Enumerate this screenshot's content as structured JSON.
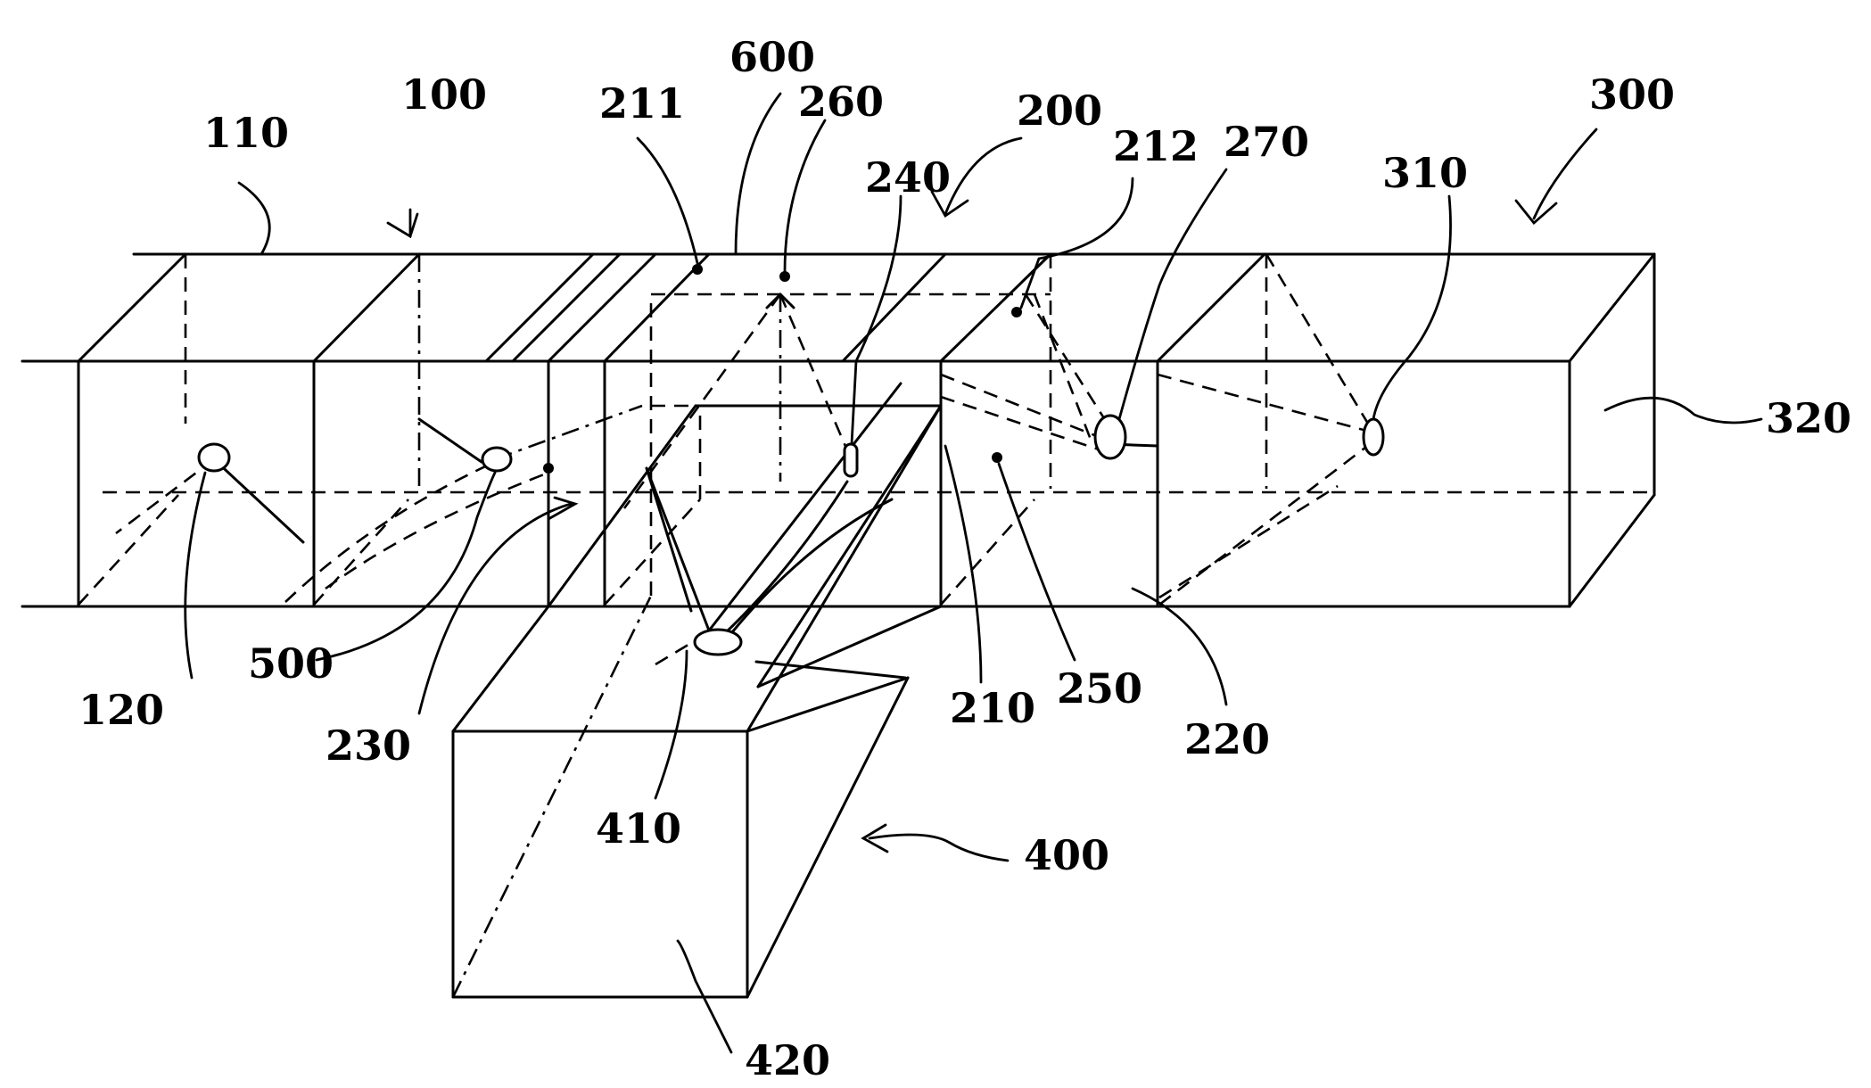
{
  "labels": {
    "l100": "100",
    "l110": "110",
    "l120": "120",
    "l200": "200",
    "l210": "210",
    "l211": "211",
    "l212": "212",
    "l220": "220",
    "l230": "230",
    "l240": "240",
    "l250": "250",
    "l260": "260",
    "l270": "270",
    "l300": "300",
    "l310": "310",
    "l320": "320",
    "l400": "400",
    "l410": "410",
    "l420": "420",
    "l500": "500",
    "l600": "600"
  }
}
